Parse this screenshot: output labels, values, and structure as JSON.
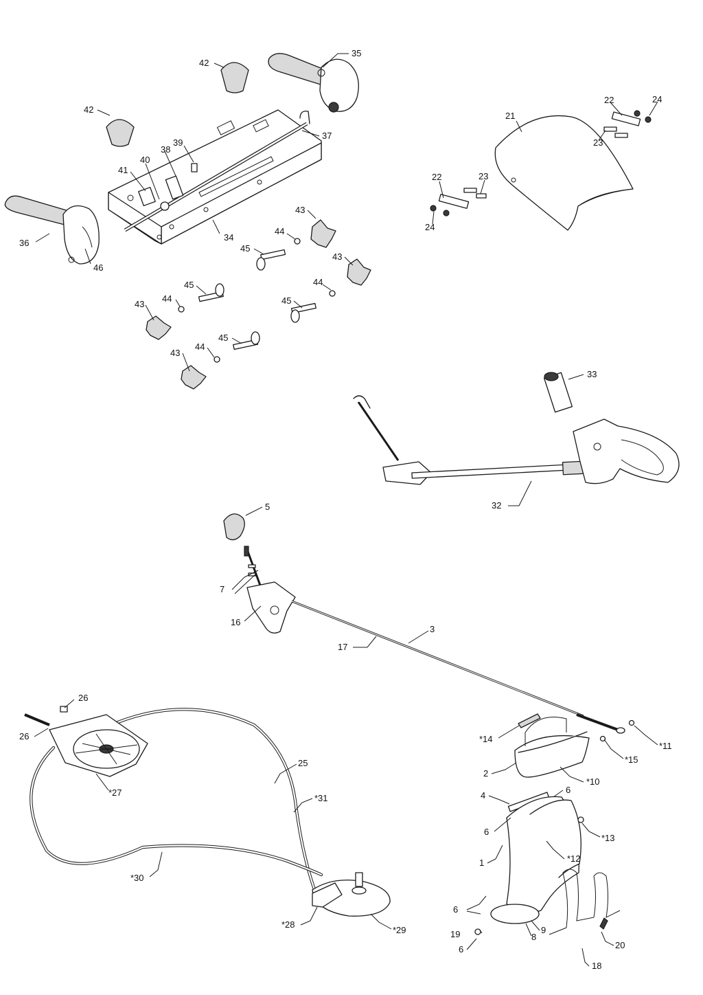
{
  "callouts": [
    {
      "id": "c35",
      "text": "35"
    },
    {
      "id": "c42a",
      "text": "42"
    },
    {
      "id": "c42b",
      "text": "42"
    },
    {
      "id": "c37",
      "text": "37"
    },
    {
      "id": "c39",
      "text": "39"
    },
    {
      "id": "c38",
      "text": "38"
    },
    {
      "id": "c40",
      "text": "40"
    },
    {
      "id": "c41",
      "text": "41"
    },
    {
      "id": "c34",
      "text": "34"
    },
    {
      "id": "c36",
      "text": "36"
    },
    {
      "id": "c46",
      "text": "46"
    },
    {
      "id": "c45a",
      "text": "45"
    },
    {
      "id": "c44a",
      "text": "44"
    },
    {
      "id": "c43a",
      "text": "43"
    },
    {
      "id": "c43b",
      "text": "43"
    },
    {
      "id": "c44b",
      "text": "44"
    },
    {
      "id": "c45b",
      "text": "45"
    },
    {
      "id": "c44c",
      "text": "44"
    },
    {
      "id": "c43c",
      "text": "43"
    },
    {
      "id": "c45c",
      "text": "45"
    },
    {
      "id": "c44d",
      "text": "44"
    },
    {
      "id": "c45d",
      "text": "45"
    },
    {
      "id": "c43d",
      "text": "43"
    },
    {
      "id": "c21",
      "text": "21"
    },
    {
      "id": "c22a",
      "text": "22"
    },
    {
      "id": "c24a",
      "text": "24"
    },
    {
      "id": "c23a",
      "text": "23"
    },
    {
      "id": "c22b",
      "text": "22"
    },
    {
      "id": "c23b",
      "text": "23"
    },
    {
      "id": "c24b",
      "text": "24"
    },
    {
      "id": "c33",
      "text": "33"
    },
    {
      "id": "c32",
      "text": "32"
    },
    {
      "id": "c5",
      "text": "5"
    },
    {
      "id": "c7",
      "text": "7"
    },
    {
      "id": "c16",
      "text": "16"
    },
    {
      "id": "c3",
      "text": "3"
    },
    {
      "id": "c17",
      "text": "17"
    },
    {
      "id": "c26a",
      "text": "26"
    },
    {
      "id": "c26b",
      "text": "26"
    },
    {
      "id": "c27",
      "text": "*27"
    },
    {
      "id": "c25",
      "text": "25"
    },
    {
      "id": "c31",
      "text": "*31"
    },
    {
      "id": "c30",
      "text": "*30"
    },
    {
      "id": "c28",
      "text": "*28"
    },
    {
      "id": "c29",
      "text": "*29"
    },
    {
      "id": "c14",
      "text": "*14"
    },
    {
      "id": "c11",
      "text": "*11"
    },
    {
      "id": "c15",
      "text": "*15"
    },
    {
      "id": "c2",
      "text": "2"
    },
    {
      "id": "c10",
      "text": "*10"
    },
    {
      "id": "c4",
      "text": "4"
    },
    {
      "id": "c6a",
      "text": "6"
    },
    {
      "id": "c6b",
      "text": "6"
    },
    {
      "id": "c13",
      "text": "*13"
    },
    {
      "id": "c1",
      "text": "1"
    },
    {
      "id": "c12",
      "text": "*12"
    },
    {
      "id": "c6c",
      "text": "6"
    },
    {
      "id": "c19",
      "text": "19"
    },
    {
      "id": "c6d",
      "text": "6"
    },
    {
      "id": "c8",
      "text": "8"
    },
    {
      "id": "c9",
      "text": "9"
    },
    {
      "id": "c20",
      "text": "20"
    },
    {
      "id": "c18",
      "text": "18"
    }
  ]
}
